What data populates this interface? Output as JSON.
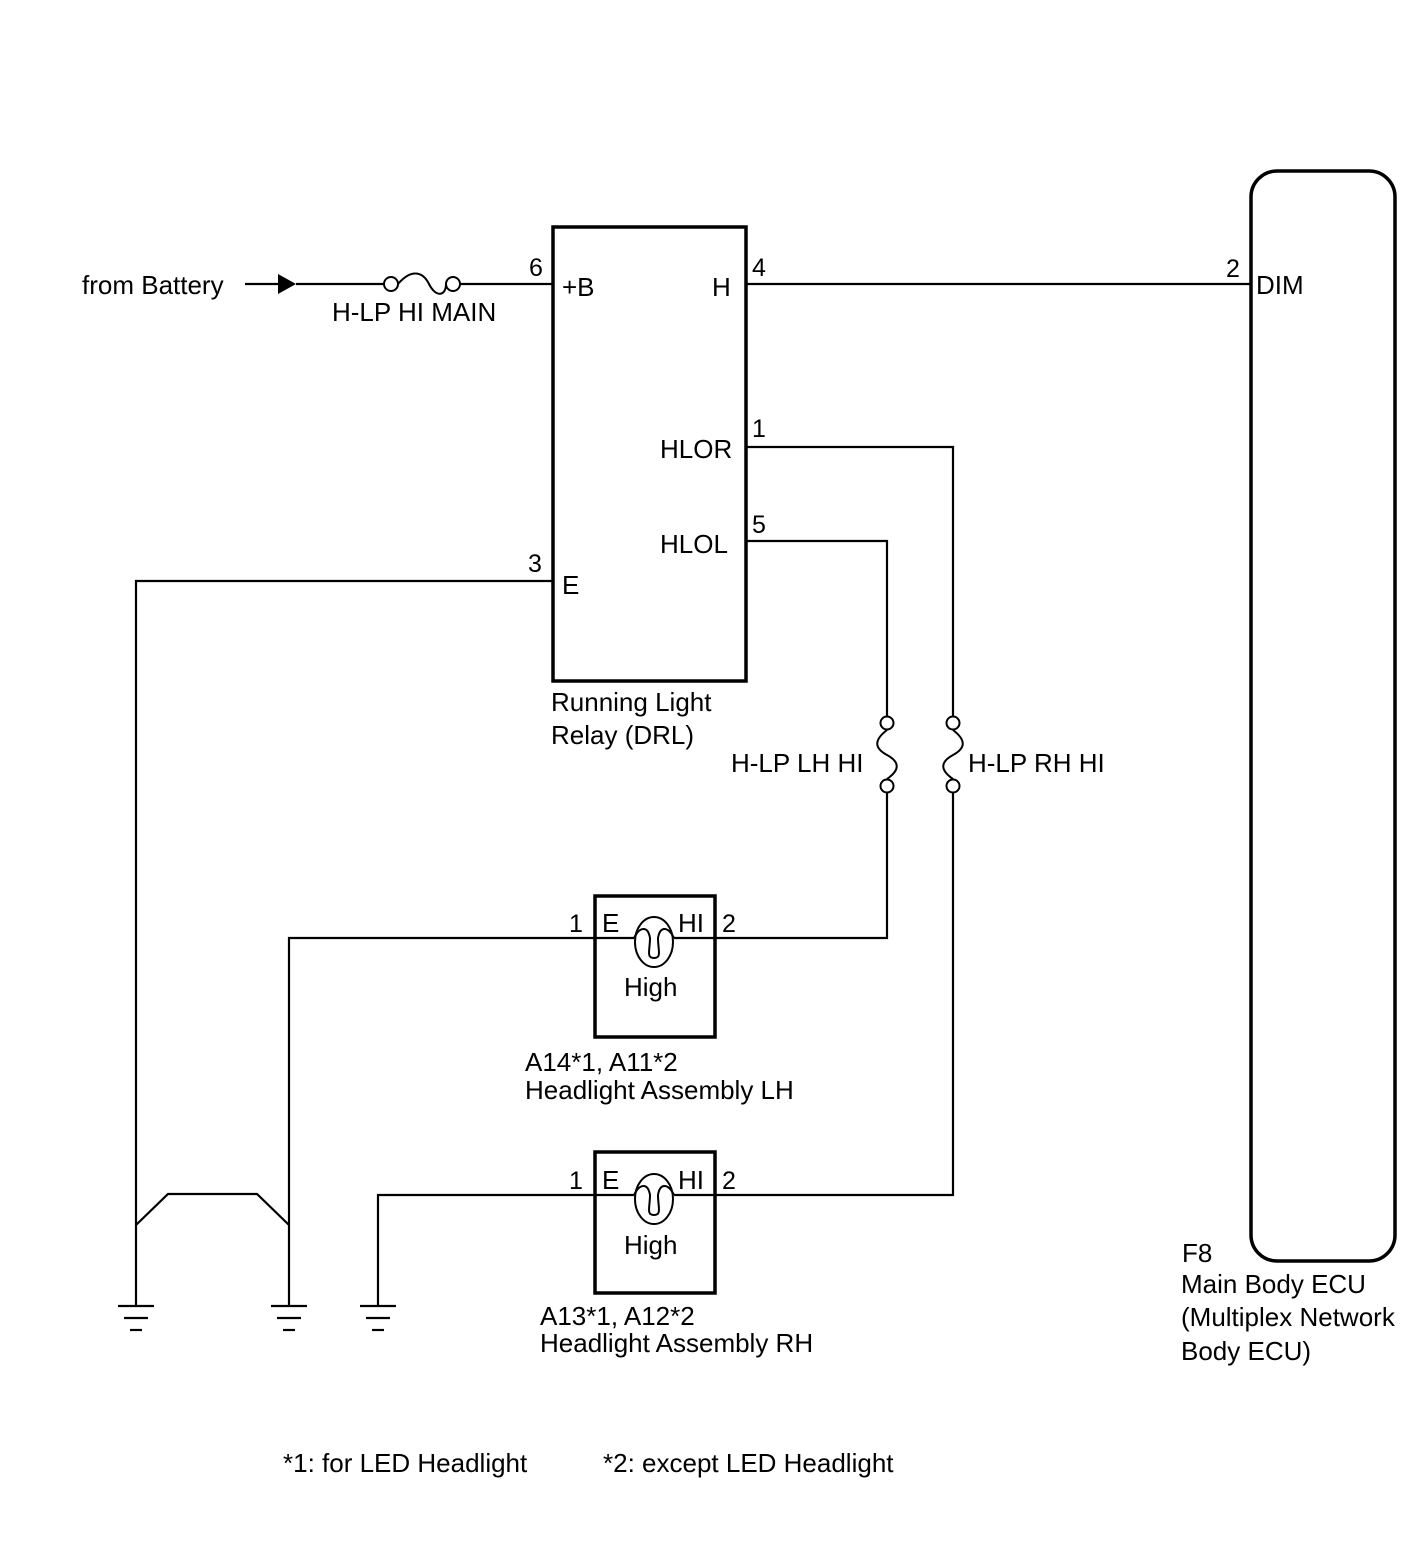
{
  "source": {
    "label": "from Battery"
  },
  "fuses": {
    "main": "H-LP HI MAIN",
    "lh": "H-LP LH HI",
    "rh": "H-LP RH HI"
  },
  "relay": {
    "name_line1": "Running Light",
    "name_line2": "Relay (DRL)",
    "pins": {
      "b_num": "6",
      "b_label": "+B",
      "h_num": "4",
      "h_label": "H",
      "hlor_num": "1",
      "hlor_label": "HLOR",
      "hlol_num": "5",
      "hlol_label": "HLOL",
      "e_num": "3",
      "e_label": "E"
    }
  },
  "ecu": {
    "pin_num": "2",
    "pin_label": "DIM",
    "code": "F8",
    "name_line1": "Main Body ECU",
    "name_line2": "(Multiplex Network",
    "name_line3": "Body ECU)"
  },
  "headlight_lh": {
    "pin_e_num": "1",
    "pin_e_label": "E",
    "pin_hi_num": "2",
    "pin_hi_label": "HI",
    "bulb_label": "High",
    "code": "A14*1, A11*2",
    "name": "Headlight Assembly LH"
  },
  "headlight_rh": {
    "pin_e_num": "1",
    "pin_e_label": "E",
    "pin_hi_num": "2",
    "pin_hi_label": "HI",
    "bulb_label": "High",
    "code": "A13*1, A12*2",
    "name": "Headlight Assembly RH"
  },
  "notes": {
    "note1": "*1: for LED Headlight",
    "note2": "*2: except LED Headlight"
  }
}
